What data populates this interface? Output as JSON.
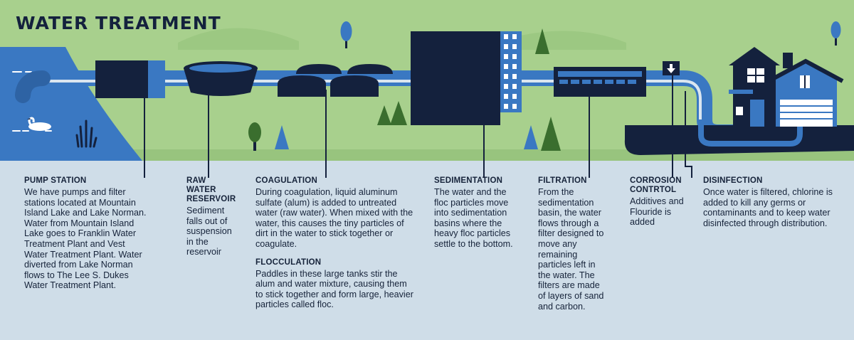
{
  "title": "WATER TREATMENT",
  "colors": {
    "land": "#a8d08d",
    "lake": "#3a78c2",
    "navy": "#14213d",
    "pipe": "#3a78c2",
    "pipe_light": "#dbe6f0",
    "lower_panel": "#cfdde8",
    "tree_green": "#3a6e2e",
    "tree_blue": "#3a78c2"
  },
  "steps": [
    {
      "id": "pump",
      "heading": "PUMP STATION",
      "text": "We have pumps and filter stations located at Mountain Island Lake and Lake Norman. Water from Mountain Island Lake goes to Franklin Water Treatment Plant and Vest Water Treatment Plant. Water diverted from Lake Norman flows to The Lee S. Dukes Water Treatment Plant."
    },
    {
      "id": "raw",
      "heading": "RAW WATER RESERVOIR",
      "text": "Sediment falls out of suspension in the reservoir"
    },
    {
      "id": "coag",
      "heading": "COAGULATION",
      "text": "During coagulation, liquid aluminum sulfate (alum) is added to untreated water (raw water). When mixed with the water, this causes the tiny particles of dirt in the water to stick together or coagulate.",
      "sub_heading": "FLOCCULATION",
      "sub_text": "Paddles in these large tanks stir the alum and water mixture, causing them to stick together and form large, heavier particles called floc."
    },
    {
      "id": "sed",
      "heading": "SEDIMENTATION",
      "text": "The water and the floc particles move into sedimentation basins where the heavy floc particles settle to the bottom."
    },
    {
      "id": "filt",
      "heading": "FILTRATION",
      "text": "From the sedimentation basin, the water flows through a filter designed to move any remaining particles left in the water. The filters are made of layers of sand and carbon."
    },
    {
      "id": "corr",
      "heading": "CORROSION CONTRTOL",
      "text": "Additives and Flouride is added"
    },
    {
      "id": "dis",
      "heading": "DISINFECTION",
      "text": "Once water is filtered, chlorine is added to kill any germs or contaminants and to keep water disinfected through distribution."
    }
  ]
}
